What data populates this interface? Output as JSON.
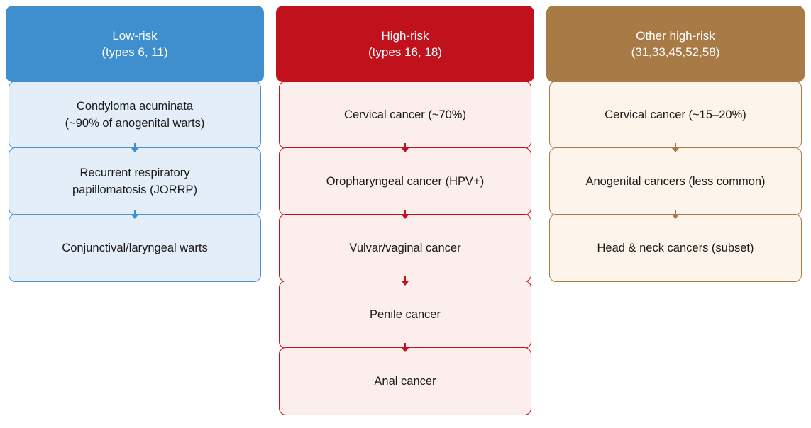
{
  "columns": [
    {
      "title": "Low-risk",
      "subtitle": "(types 6, 11)",
      "color": "#3f8fce",
      "items": [
        "Condyloma acuminata\n(~90% of anogenital warts)",
        "Recurrent respiratory\npapillomatosis (JORRP)",
        "Conjunctival/laryngeal warts"
      ]
    },
    {
      "title": "High-risk",
      "subtitle": "(types 16, 18)",
      "color": "#c0111d",
      "items": [
        "Cervical cancer (~70%)",
        "Oropharyngeal cancer (HPV+)",
        "Vulvar/vaginal cancer",
        "Penile cancer",
        "Anal cancer"
      ]
    },
    {
      "title": "Other high-risk",
      "subtitle": "(31,33,45,52,58)",
      "color": "#a87a45",
      "items": [
        "Cervical cancer (~15–20%)",
        "Anogenital cancers (less common)",
        "Head & neck cancers (subset)"
      ]
    }
  ]
}
